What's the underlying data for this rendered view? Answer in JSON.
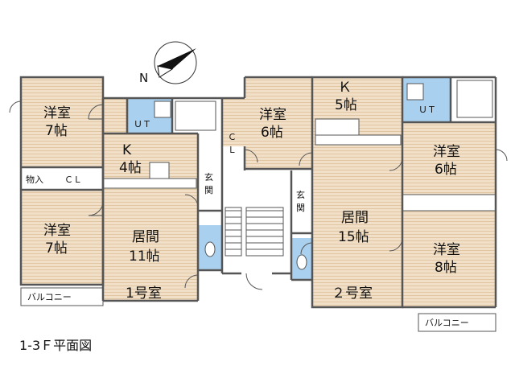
{
  "compass": {
    "label": "N"
  },
  "unit1": {
    "name": "1号室",
    "rooms": [
      {
        "id": "u1-yoshitsu-top",
        "line1": "洋室",
        "line2": "7帖"
      },
      {
        "id": "u1-yoshitsu-bottom",
        "line1": "洋室",
        "line2": "7帖"
      },
      {
        "id": "u1-kitchen",
        "line1": "K",
        "line2": "4帖"
      },
      {
        "id": "u1-living",
        "line1": "居間",
        "line2": "11帖"
      },
      {
        "id": "u1-yoshitsu-6",
        "line1": "洋室",
        "line2": "6帖"
      }
    ],
    "storage": "物入",
    "closet": "ＣＬ",
    "closet_vertical": [
      "Ｃ",
      "Ｌ"
    ],
    "utility": "ＵＴ",
    "entrance": [
      "玄",
      "関"
    ],
    "balcony": "バルコニー"
  },
  "unit2": {
    "name": "２号室",
    "rooms": [
      {
        "id": "u2-kitchen",
        "line1": "Ｋ",
        "line2": "5帖"
      },
      {
        "id": "u2-yoshitsu-6",
        "line1": "洋室",
        "line2": "6帖"
      },
      {
        "id": "u2-living",
        "line1": "居間",
        "line2": "15帖"
      },
      {
        "id": "u2-yoshitsu-8",
        "line1": "洋室",
        "line2": "8帖"
      }
    ],
    "utility": "ＵＴ",
    "entrance": [
      "玄",
      "関"
    ],
    "balcony": "バルコニー"
  },
  "caption": "1-3Ｆ平面図",
  "colors": {
    "floor": "#f1dfc7",
    "floor_line": "#e0c6a3",
    "wet": "#a9d0ef",
    "wall": "#555555"
  }
}
